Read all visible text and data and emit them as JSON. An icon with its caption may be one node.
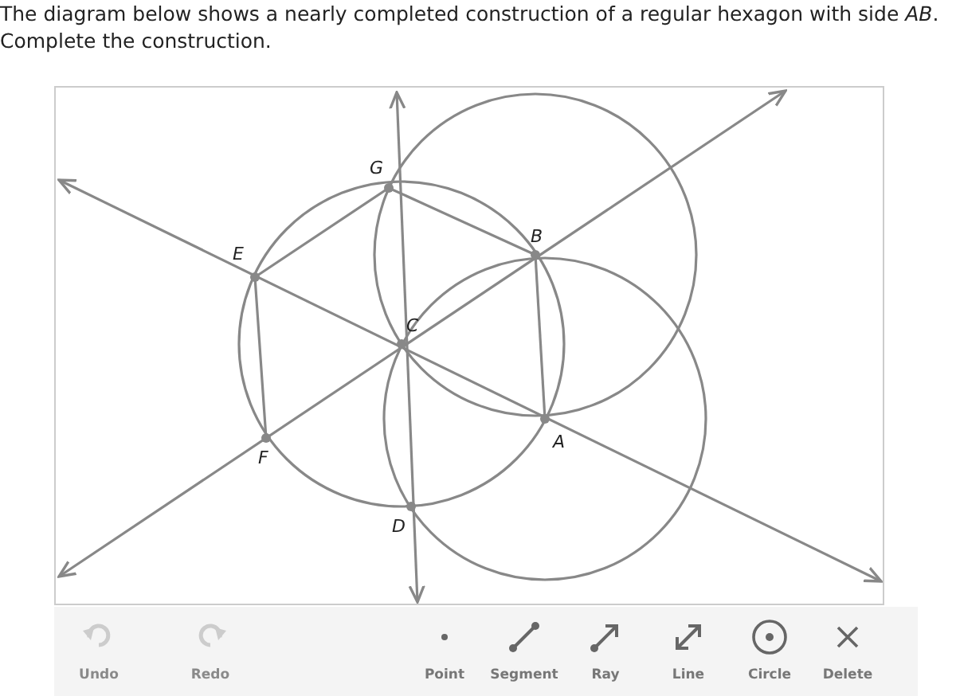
{
  "diagram": {
    "title": "The diagram below shows a nearly completed construction of a regular hexagon with side *AB*. Complete the construction.",
    "labels": [
      "G",
      "E",
      "B",
      "C",
      "A",
      "F",
      "D",
      "Undo",
      "Redo",
      "Point",
      "Segment",
      "Ray",
      "Line",
      "Circle",
      "Delete"
    ]
  }
}
